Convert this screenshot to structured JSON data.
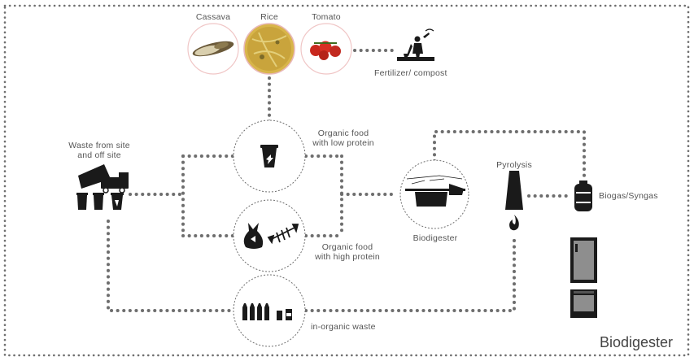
{
  "colors": {
    "dots": "#6e6e6e",
    "icon": "#1a1a1a",
    "text": "#555555",
    "rim": "#f0c6c6"
  },
  "title": "Biodigester",
  "crops": {
    "cassava": "Cassava",
    "rice": "Rice",
    "tomato": "Tomato"
  },
  "fertilizer": "Fertilizer/ compost",
  "waste_source": {
    "line1": "Waste from site",
    "line2": "and off site"
  },
  "low_protein": {
    "line1": "Organic food",
    "line2": "with low protein"
  },
  "high_protein": {
    "line1": "Organic food",
    "line2": "with high protein"
  },
  "inorganic": "in-organic waste",
  "biodigester_node": "Biodigester",
  "pyrolysis": "Pyrolysis",
  "biogas": "Biogas/Syngas",
  "icons": [
    "cassava-photo",
    "rice-photo",
    "tomato-photo",
    "farmer-icon",
    "dump-truck-icon",
    "trash-bin-icon",
    "bucket-icon",
    "garbage-bag-icon",
    "fish-bone-icon",
    "bottle-icon",
    "digester-icon",
    "chimney-icon",
    "flame-icon",
    "gas-cylinder-icon",
    "refrigerator-icon",
    "oven-icon"
  ]
}
